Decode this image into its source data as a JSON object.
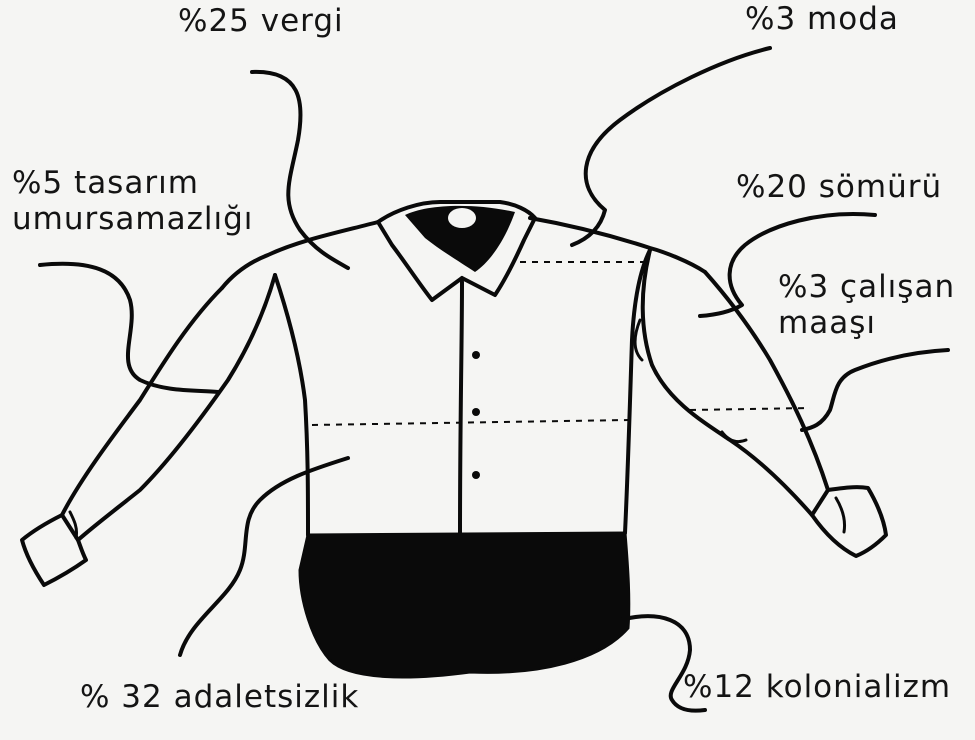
{
  "labels": {
    "vergi": "%25 vergi",
    "moda": "%3 moda",
    "tasarim_line1": "%5 tasarım",
    "tasarim_line2": "umursamazlığı",
    "somuru": "%20 sömürü",
    "calisan_line1": "%3 çalışan",
    "calisan_line2": "maaşı",
    "kolonializm": "%12 kolonializm",
    "adaletsizlik": "% 32 adaletsizlik"
  },
  "colors": {
    "ink": "#0a0a0a",
    "paper": "#f5f5f3"
  }
}
